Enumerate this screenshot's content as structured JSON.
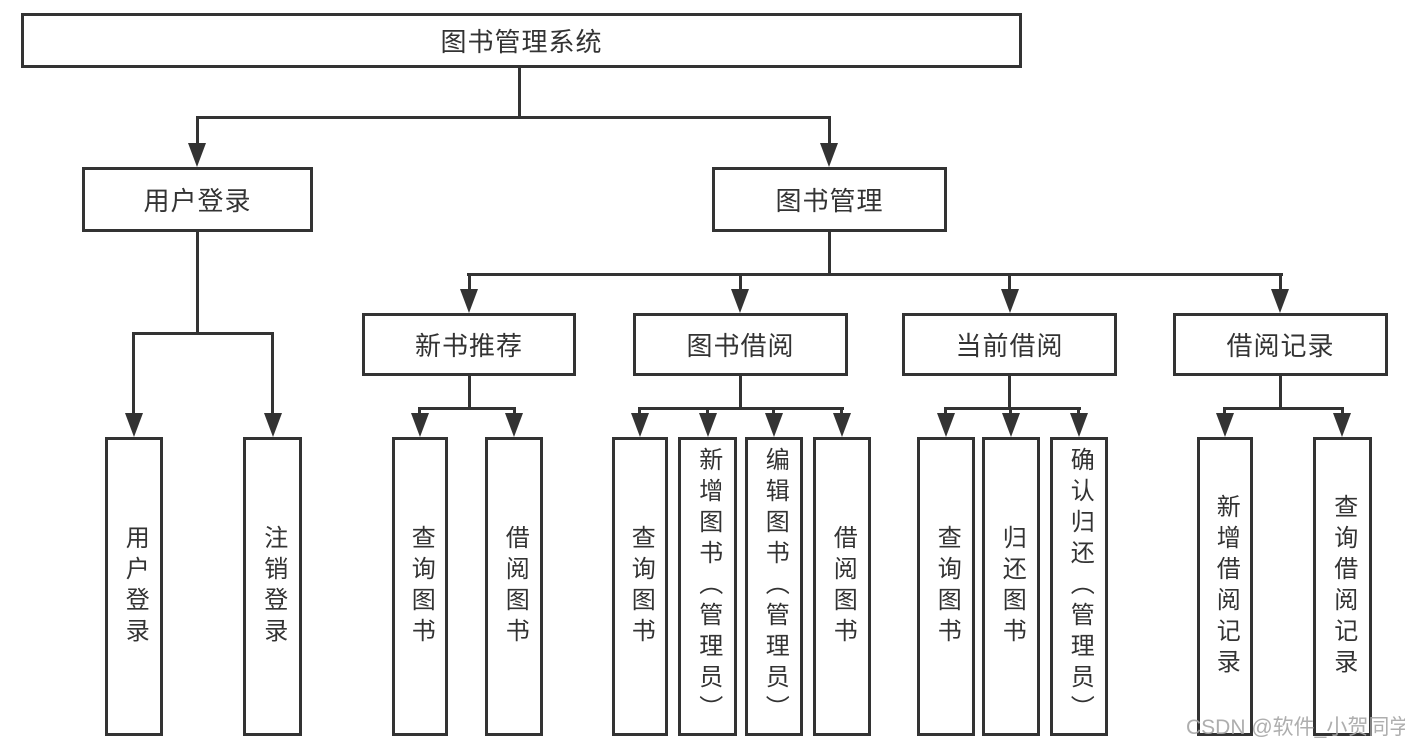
{
  "diagram": {
    "title": "图书管理系统",
    "level2": {
      "user_login": "用户登录",
      "book_management": "图书管理"
    },
    "level3": {
      "new_books": "新书推荐",
      "borrowing": "图书借阅",
      "current": "当前借阅",
      "records": "借阅记录"
    },
    "leaves": {
      "user_login": [
        "用户登录",
        "注销登录"
      ],
      "new_books": [
        "查询图书",
        "借阅图书"
      ],
      "borrowing": [
        "查询图书",
        "新增图书（管理员）",
        "编辑图书（管理员）",
        "借阅图书"
      ],
      "current": [
        "查询图书",
        "归还图书",
        "确认归还（管理员）"
      ],
      "records": [
        "新增借阅记录",
        "查询借阅记录"
      ]
    }
  },
  "watermark": "CSDN @软件_小贺同学",
  "colors": {
    "line": "#333333",
    "text": "#333333",
    "watermark": "#a5a5a5",
    "background": "#ffffff"
  }
}
